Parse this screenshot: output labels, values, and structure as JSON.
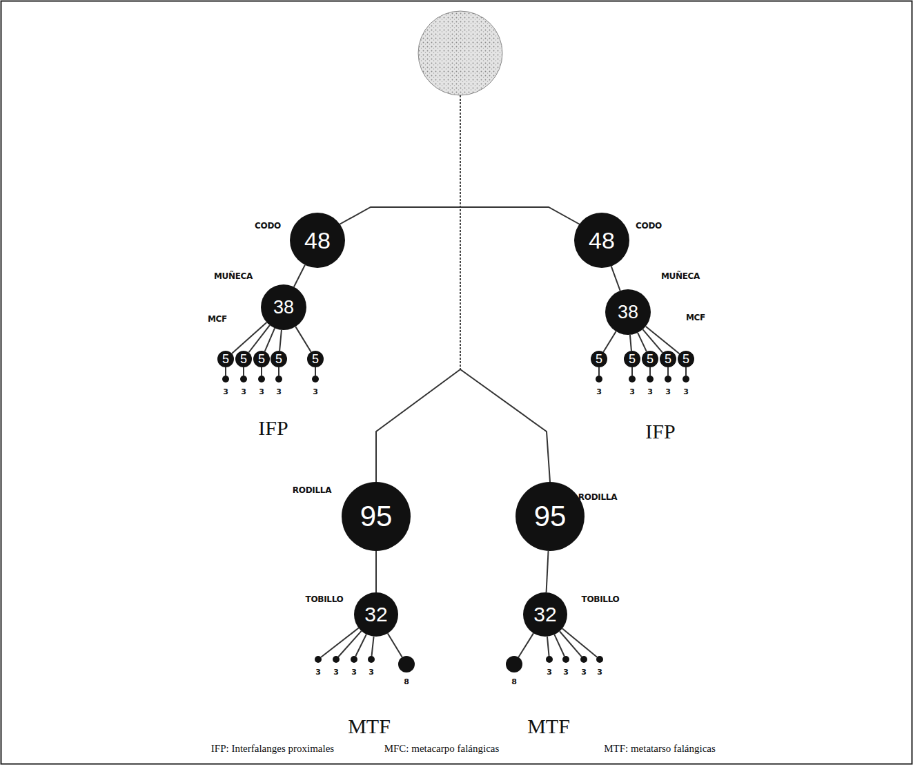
{
  "diagram": {
    "nodes": [
      {
        "text": [
          "48"
        ]
      },
      {
        "text": [
          "48"
        ]
      },
      {
        "text": [
          "38"
        ]
      },
      {
        "text": [
          "38"
        ]
      },
      {
        "text": [
          "5"
        ]
      },
      {
        "text": [
          "5"
        ]
      },
      {
        "text": [
          "5"
        ]
      },
      {
        "text": [
          "5"
        ]
      },
      {
        "text": [
          "5"
        ]
      },
      {
        "text": [
          "3"
        ]
      },
      {
        "text": [
          "3"
        ]
      },
      {
        "text": [
          "3"
        ]
      },
      {
        "text": [
          "3"
        ]
      },
      {
        "text": [
          "3"
        ]
      },
      {
        "text": [
          "5"
        ]
      },
      {
        "text": [
          "5"
        ]
      },
      {
        "text": [
          "5"
        ]
      },
      {
        "text": [
          "5"
        ]
      },
      {
        "text": [
          "5"
        ]
      },
      {
        "text": [
          "3"
        ]
      },
      {
        "text": [
          "3"
        ]
      },
      {
        "text": [
          "3"
        ]
      },
      {
        "text": [
          "3"
        ]
      },
      {
        "text": [
          "3"
        ]
      },
      {
        "text": [
          "95"
        ]
      },
      {
        "text": [
          "95"
        ]
      },
      {
        "text": [
          "32"
        ]
      },
      {
        "text": [
          "32"
        ]
      },
      {
        "text": [
          "3"
        ]
      },
      {
        "text": [
          "3"
        ]
      },
      {
        "text": [
          "3"
        ]
      },
      {
        "text": [
          "3"
        ]
      },
      {
        "text": [
          "8"
        ]
      },
      {
        "text": [
          "8"
        ]
      },
      {
        "text": [
          "3"
        ]
      },
      {
        "text": [
          "3"
        ]
      },
      {
        "text": [
          "3"
        ]
      },
      {
        "text": [
          "3"
        ]
      }
    ],
    "edges": [
      {
        "from": 0,
        "to": 2,
        "arrow": "none"
      },
      {
        "from": 1,
        "to": 3,
        "arrow": "none"
      },
      {
        "from": 2,
        "to": 4,
        "arrow": "none"
      },
      {
        "from": 2,
        "to": 5,
        "arrow": "none"
      },
      {
        "from": 2,
        "to": 6,
        "arrow": "none"
      },
      {
        "from": 2,
        "to": 7,
        "arrow": "none"
      },
      {
        "from": 2,
        "to": 8,
        "arrow": "none"
      },
      {
        "from": 4,
        "to": 9,
        "arrow": "none"
      },
      {
        "from": 5,
        "to": 10,
        "arrow": "none"
      },
      {
        "from": 6,
        "to": 11,
        "arrow": "none"
      },
      {
        "from": 7,
        "to": 12,
        "arrow": "none"
      },
      {
        "from": 8,
        "to": 13,
        "arrow": "none"
      },
      {
        "from": 3,
        "to": 14,
        "arrow": "none"
      },
      {
        "from": 3,
        "to": 15,
        "arrow": "none"
      },
      {
        "from": 3,
        "to": 16,
        "arrow": "none"
      },
      {
        "from": 3,
        "to": 17,
        "arrow": "none"
      },
      {
        "from": 3,
        "to": 18,
        "arrow": "none"
      },
      {
        "from": 14,
        "to": 19,
        "arrow": "none"
      },
      {
        "from": 15,
        "to": 20,
        "arrow": "none"
      },
      {
        "from": 16,
        "to": 21,
        "arrow": "none"
      },
      {
        "from": 17,
        "to": 22,
        "arrow": "none"
      },
      {
        "from": 18,
        "to": 23,
        "arrow": "none"
      },
      {
        "from": 24,
        "to": 26,
        "arrow": "none"
      },
      {
        "from": 25,
        "to": 27,
        "arrow": "none"
      },
      {
        "from": 26,
        "to": 28,
        "arrow": "none"
      },
      {
        "from": 26,
        "to": 29,
        "arrow": "none"
      },
      {
        "from": 26,
        "to": 30,
        "arrow": "none"
      },
      {
        "from": 26,
        "to": 31,
        "arrow": "none"
      },
      {
        "from": 26,
        "to": 32,
        "arrow": "none"
      },
      {
        "from": 27,
        "to": 33,
        "arrow": "none"
      },
      {
        "from": 27,
        "to": 34,
        "arrow": "none"
      },
      {
        "from": 27,
        "to": 35,
        "arrow": "none"
      },
      {
        "from": 27,
        "to": 36,
        "arrow": "none"
      },
      {
        "from": 27,
        "to": 37,
        "arrow": "none"
      }
    ],
    "labels": [
      "CODO",
      "CODO",
      "MUÑECA",
      "MUÑECA",
      "MCF",
      "MCF",
      "IFP",
      "IFP",
      "RODILLA",
      "RODILLA",
      "TOBILLO",
      "TOBILLO",
      "MTF",
      "MTF",
      "IFP: Interfalanges proximales",
      "MFC: metacarpo falángicas",
      "MTF: metatarso falángicas"
    ]
  }
}
